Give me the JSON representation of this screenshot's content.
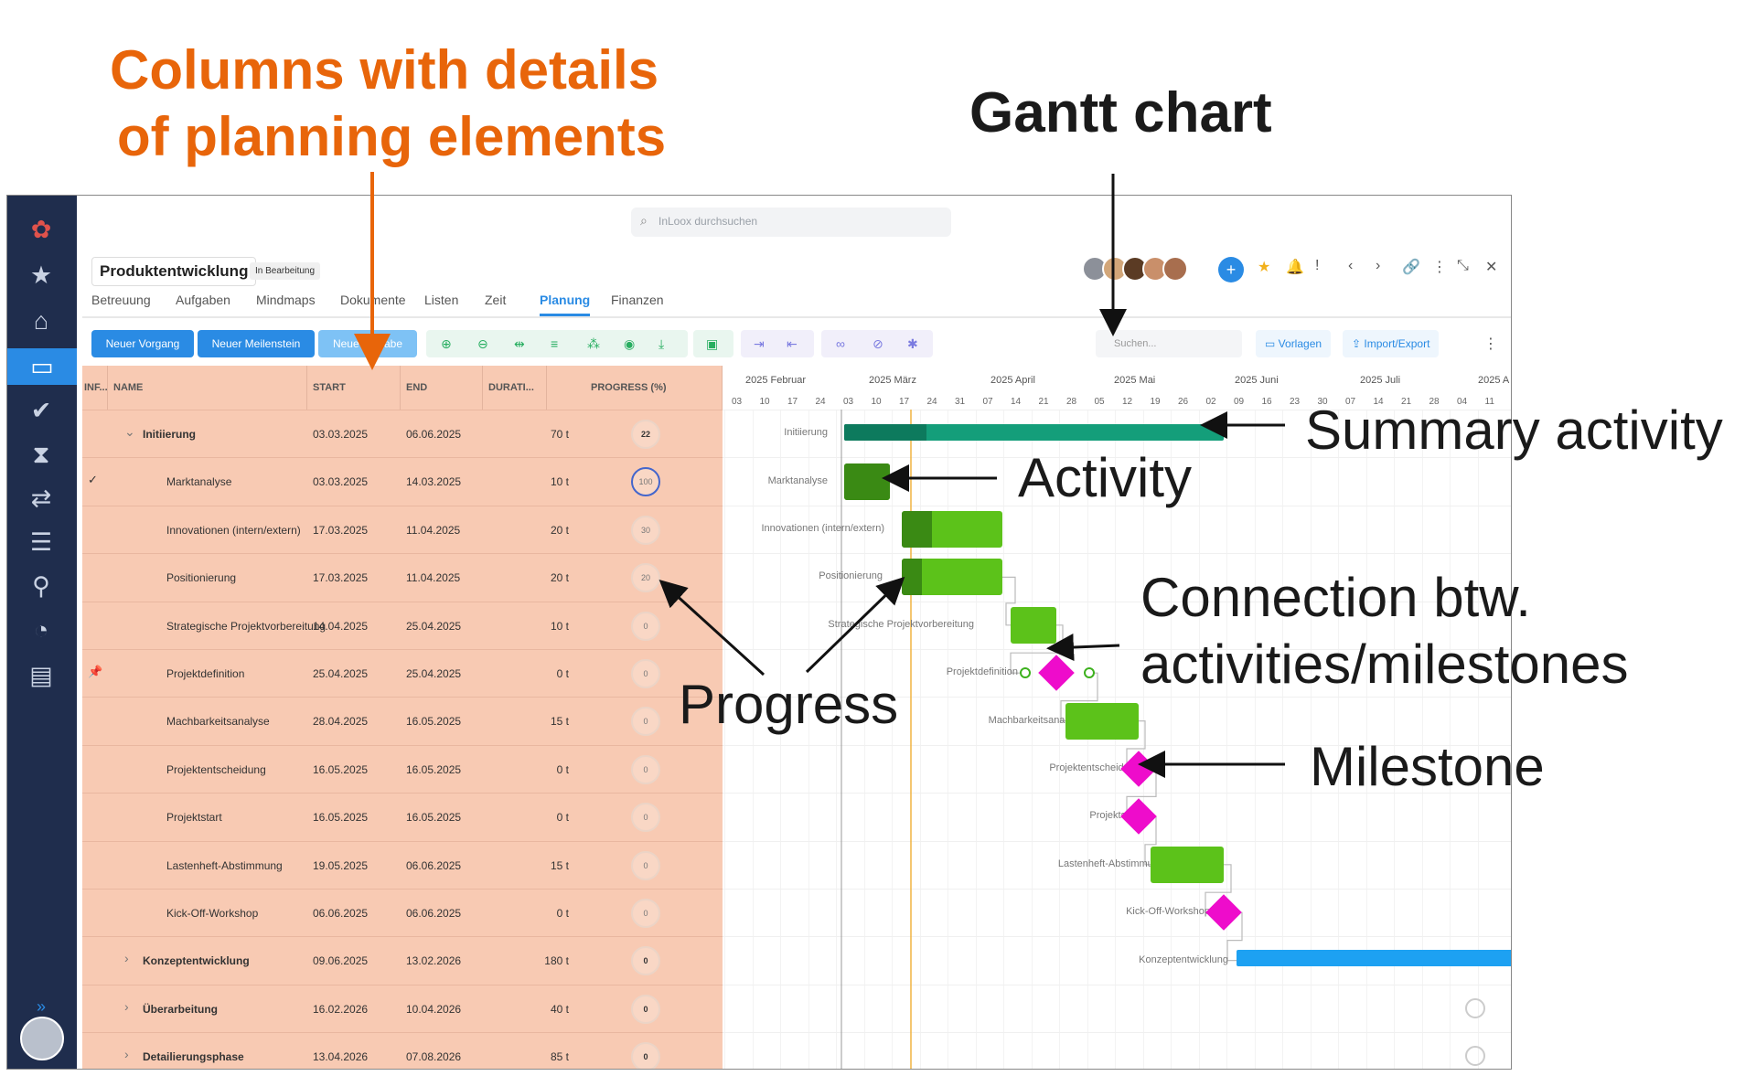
{
  "annotations": {
    "columns": [
      "Columns with details",
      "of planning elements"
    ],
    "gantt": "Gantt chart",
    "summary": "Summary activity",
    "activity": "Activity",
    "connection": [
      "Connection btw.",
      "activities/milestones"
    ],
    "progress": "Progress",
    "milestone": "Milestone"
  },
  "search": {
    "placeholder": "InLoox durchsuchen"
  },
  "project": {
    "title": "Produktentwicklung",
    "status": "In Bearbeitung"
  },
  "tabs": [
    "Betreuung",
    "Aufgaben",
    "Mindmaps",
    "Dokumente",
    "Listen",
    "Zeit",
    "Planung",
    "Finanzen"
  ],
  "active_tab": "Planung",
  "toolbar": {
    "new_process": "Neuer Vorgang",
    "new_milestone": "Neuer Meilenstein",
    "new_task": "Neue Aufgabe",
    "gantt_search": "Suchen...",
    "templates": "Vorlagen",
    "import_export": "Import/Export"
  },
  "columns": {
    "info": "INF...",
    "name": "NAME",
    "start": "START",
    "end": "END",
    "duration": "DURATI...",
    "progress": "PROGRESS (%)"
  },
  "rows": [
    {
      "name": "Initiierung",
      "start": "03.03.2025",
      "end": "06.06.2025",
      "duration": "70 t",
      "progress": "22",
      "level": 0,
      "bold": true,
      "expander": "⌄",
      "info": ""
    },
    {
      "name": "Marktanalyse",
      "start": "03.03.2025",
      "end": "14.03.2025",
      "duration": "10 t",
      "progress": "100",
      "level": 1,
      "bold": false,
      "expander": "",
      "info": "✓"
    },
    {
      "name": "Innovationen (intern/extern)",
      "start": "17.03.2025",
      "end": "11.04.2025",
      "duration": "20 t",
      "progress": "30",
      "level": 1,
      "bold": false,
      "expander": "",
      "info": ""
    },
    {
      "name": "Positionierung",
      "start": "17.03.2025",
      "end": "11.04.2025",
      "duration": "20 t",
      "progress": "20",
      "level": 1,
      "bold": false,
      "expander": "",
      "info": ""
    },
    {
      "name": "Strategische Projektvorbereitung",
      "start": "14.04.2025",
      "end": "25.04.2025",
      "duration": "10 t",
      "progress": "0",
      "level": 1,
      "bold": false,
      "expander": "",
      "info": ""
    },
    {
      "name": "Projektdefinition",
      "start": "25.04.2025",
      "end": "25.04.2025",
      "duration": "0 t",
      "progress": "0",
      "level": 1,
      "bold": false,
      "expander": "",
      "info": "📌"
    },
    {
      "name": "Machbarkeitsanalyse",
      "start": "28.04.2025",
      "end": "16.05.2025",
      "duration": "15 t",
      "progress": "0",
      "level": 1,
      "bold": false,
      "expander": "",
      "info": ""
    },
    {
      "name": "Projektentscheidung",
      "start": "16.05.2025",
      "end": "16.05.2025",
      "duration": "0 t",
      "progress": "0",
      "level": 1,
      "bold": false,
      "expander": "",
      "info": ""
    },
    {
      "name": "Projektstart",
      "start": "16.05.2025",
      "end": "16.05.2025",
      "duration": "0 t",
      "progress": "0",
      "level": 1,
      "bold": false,
      "expander": "",
      "info": ""
    },
    {
      "name": "Lastenheft-Abstimmung",
      "start": "19.05.2025",
      "end": "06.06.2025",
      "duration": "15 t",
      "progress": "0",
      "level": 1,
      "bold": false,
      "expander": "",
      "info": ""
    },
    {
      "name": "Kick-Off-Workshop",
      "start": "06.06.2025",
      "end": "06.06.2025",
      "duration": "0 t",
      "progress": "0",
      "level": 1,
      "bold": false,
      "expander": "",
      "info": ""
    },
    {
      "name": "Konzeptentwicklung",
      "start": "09.06.2025",
      "end": "13.02.2026",
      "duration": "180 t",
      "progress": "0",
      "level": 0,
      "bold": true,
      "expander": "›",
      "info": ""
    },
    {
      "name": "Überarbeitung",
      "start": "16.02.2026",
      "end": "10.04.2026",
      "duration": "40 t",
      "progress": "0",
      "level": 0,
      "bold": true,
      "expander": "›",
      "info": ""
    },
    {
      "name": "Detailierungsphase",
      "start": "13.04.2026",
      "end": "07.08.2026",
      "duration": "85 t",
      "progress": "0",
      "level": 0,
      "bold": true,
      "expander": "›",
      "info": ""
    }
  ],
  "timeline": {
    "months": [
      "2025 Februar",
      "2025 März",
      "2025 April",
      "2025 Mai",
      "2025 Juni",
      "2025 Juli",
      "2025 A"
    ],
    "weeks": [
      "03",
      "10",
      "17",
      "24",
      "03",
      "10",
      "17",
      "24",
      "31",
      "07",
      "14",
      "21",
      "28",
      "05",
      "12",
      "19",
      "26",
      "02",
      "09",
      "16",
      "23",
      "30",
      "07",
      "14",
      "21",
      "28",
      "04",
      "11"
    ]
  },
  "gantt_labels": [
    "Initiierung",
    "Marktanalyse",
    "Innovationen (intern/extern)",
    "Positionierung",
    "Strategische Projektvorbereitung",
    "Projektdefinition",
    "Machbarkeitsanalyse",
    "Projektentscheidung",
    "Projektstart",
    "Lastenheft-Abstimmung",
    "Kick-Off-Workshop",
    "Konzeptentwicklung"
  ],
  "colors": {
    "accent": "#2a8be4",
    "summary": "#149e7a",
    "activity": "#5cc21a",
    "activity_done": "#3a8a14",
    "milestone": "#ee0ccb",
    "sidebar": "#1f2d4d",
    "grid_bg": "#f8cab3",
    "annotation": "#e8650a"
  },
  "sidebar_icons": [
    "logo-icon",
    "star-icon",
    "home-icon",
    "projects-icon",
    "check-icon",
    "hourglass-icon",
    "transfer-icon",
    "contacts-icon",
    "user-icon",
    "chart-icon",
    "document-icon"
  ]
}
